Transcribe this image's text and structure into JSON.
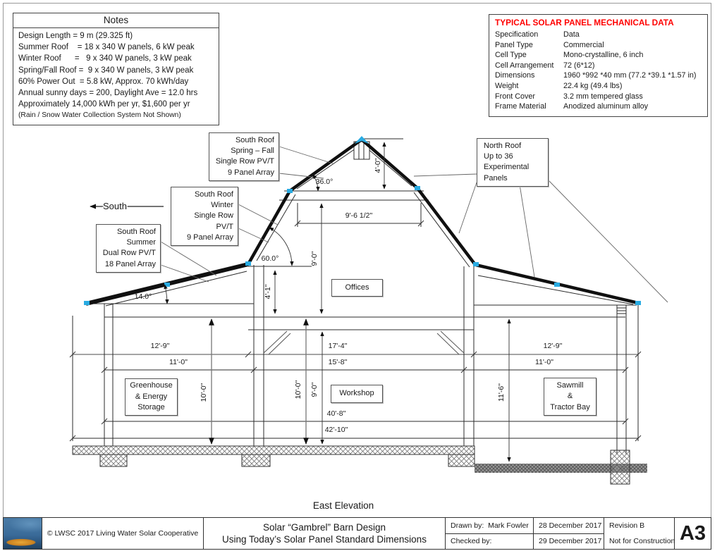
{
  "colors": {
    "panel_marker": "#29ABE2",
    "table_title": "#FF0000"
  },
  "notes": {
    "title": "Notes",
    "lines": [
      "Design Length = 9 m (29.325 ft)",
      "Summer Roof    = 18 x 340 W panels, 6 kW peak",
      "Winter Roof      =   9 x 340 W panels, 3 kW peak",
      "Spring/Fall Roof =  9 x 340 W panels, 3 kW peak",
      "60% Power Out  = 5.8 kW, Approx. 70 kWh/day",
      "Annual sunny days = 200, Daylight Ave = 12.0 hrs",
      "Approximately 14,000 kWh per yr, $1,600 per yr",
      "(Rain / Snow Water Collection System Not Shown)"
    ]
  },
  "panel_table": {
    "title": "TYPICAL SOLAR PANEL MECHANICAL DATA",
    "rows": [
      {
        "label": "Specification",
        "value": "Data"
      },
      {
        "label": "Panel Type",
        "value": "Commercial"
      },
      {
        "label": "Cell Type",
        "value": "Mono-crystalline, 6 inch"
      },
      {
        "label": "Cell Arrangement",
        "value": "72 (6*12)"
      },
      {
        "label": "Dimensions",
        "value": "1960 *992 *40 mm (77.2 *39.1 *1.57 in)"
      },
      {
        "label": "Weight",
        "value": "22.4 kg (49.4 lbs)"
      },
      {
        "label": "Front Cover",
        "value": "3.2 mm tempered glass"
      },
      {
        "label": "Frame Material",
        "value": "Anodized aluminum alloy"
      }
    ]
  },
  "callouts": {
    "spring_fall": {
      "lines": [
        "South Roof",
        "Spring – Fall",
        "Single Row PV/T",
        "9 Panel Array"
      ]
    },
    "winter": {
      "lines": [
        "South Roof",
        "Winter",
        "Single Row PV/T",
        "9 Panel Array"
      ]
    },
    "summer": {
      "lines": [
        "South Roof",
        "Summer",
        "Dual Row PV/T",
        "18 Panel Array"
      ]
    },
    "north": {
      "lines": [
        "North Roof",
        "Up to 36",
        "Experimental",
        "Panels"
      ]
    }
  },
  "direction_label": "South",
  "rooms": {
    "offices": "Offices",
    "workshop": "Workshop",
    "greenhouse": {
      "lines": [
        "Greenhouse",
        "& Energy",
        "Storage"
      ]
    },
    "sawmill": {
      "lines": [
        "Sawmill",
        "&",
        "Tractor Bay"
      ]
    }
  },
  "dims": {
    "angle_upper": "36.0°",
    "angle_mid": "60.0°",
    "angle_lower": "14.0°",
    "peak_to_collar": "4'-0\"",
    "collar_width": "9'-6 1/2\"",
    "office_height": "9'-0\"",
    "knee_wall": "4'-1\"",
    "left_bay_height": "10'-0\"",
    "workshop_height_outer": "10'-0\"",
    "workshop_height_inner": "9'-0\"",
    "right_bay_height": "11'-6\"",
    "left_bay_width_outer": "12'-9\"",
    "center_width_outer": "17'-4\"",
    "right_bay_width_outer": "12'-9\"",
    "left_bay_width_inner": "11'-0\"",
    "center_width_inner": "15'-8\"",
    "right_bay_width_inner": "11'-0\"",
    "inner_width": "40'-8\"",
    "outer_width": "42'-10\""
  },
  "footer": {
    "east_elevation": "East Elevation",
    "copyright": "© LWSC 2017 Living Water Solar Cooperative",
    "title_line1": "Solar “Gambrel” Barn Design",
    "title_line2": "Using Today’s Solar Panel Standard Dimensions",
    "drawn_by": "Drawn by:  Mark Fowler",
    "checked_by": "Checked by:",
    "date_drawn": "28 December 2017",
    "date_checked": "29 December 2017",
    "revision": "Revision B",
    "status": "Not for Construction",
    "sheet": "A3"
  }
}
